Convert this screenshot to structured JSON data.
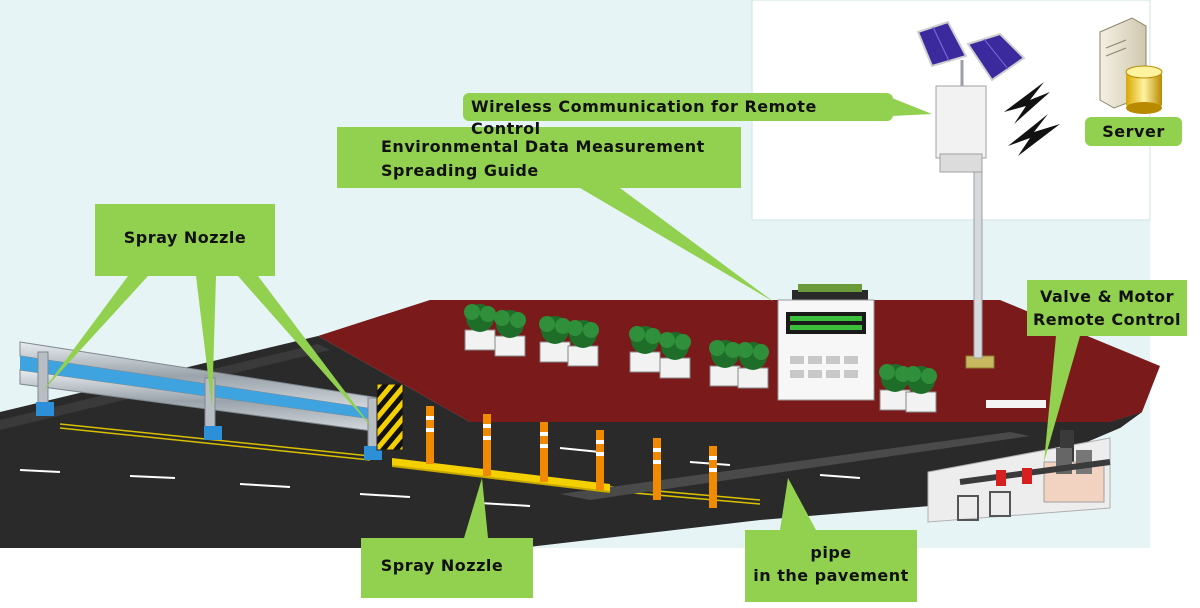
{
  "callouts": {
    "spray_nozzle_top": "Spray Nozzle",
    "spray_nozzle_bottom": "Spray Nozzle",
    "env_line1": "Environmental Data Measurement",
    "env_line2": "Spreading Guide",
    "wireless": "Wireless Communication for Remote Control",
    "server": "Server",
    "valve_line1": "Valve & Motor",
    "valve_line2": "Remote Control",
    "pipe_line1": "pipe",
    "pipe_line2": "in the pavement"
  },
  "colors": {
    "callout_fill": "#92d050",
    "road": "#2a2a2a",
    "median": "#7a1a1a",
    "background_panel": "#e6f4f5",
    "pipe_blue": "#3fa3e0",
    "delineator": "#f08a00",
    "sign_yellow": "#f5d000",
    "solar_panel": "#3b2a9e"
  },
  "icons": [
    "server-icon",
    "wireless-signal-icon",
    "solar-panel-icon",
    "plant-icon",
    "sign-board-icon"
  ]
}
